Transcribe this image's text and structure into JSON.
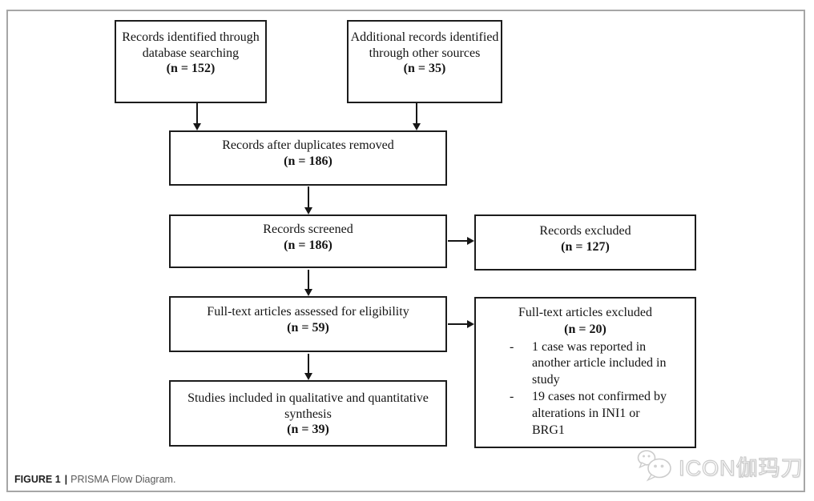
{
  "figure": {
    "caption_label": "FIGURE 1",
    "caption_separator": "|",
    "caption_text": "PRISMA Flow Diagram."
  },
  "watermark": {
    "icon": "wechat-icon",
    "text": "ICON伽玛刀"
  },
  "colors": {
    "box_border": "#1c1c1c",
    "frame_border": "#a6a6a6",
    "text": "#141414",
    "caption_label": "#1f1f1f",
    "caption_text": "#595959",
    "watermark_outline": "#cccccc"
  },
  "diagram": {
    "boxes": {
      "identified_db": {
        "label": "Records identified through database searching",
        "n": "(n = 152)"
      },
      "identified_other": {
        "label": "Additional records identified through other sources",
        "n": "(n = 35)"
      },
      "duplicates_removed": {
        "label": "Records after duplicates removed",
        "n": "(n = 186)"
      },
      "screened": {
        "label": "Records screened",
        "n": "(n = 186)"
      },
      "records_excluded": {
        "label": "Records excluded",
        "n": "(n = 127)"
      },
      "fulltext_assessed": {
        "label": "Full-text articles assessed for eligibility",
        "n": "(n = 59)"
      },
      "fulltext_excluded": {
        "label": "Full-text articles excluded",
        "n": "(n = 20)",
        "bullet": "-",
        "reasons": [
          "1 case was reported in another article included in study",
          "19 cases not confirmed by alterations in INI1 or BRG1"
        ]
      },
      "included": {
        "label": "Studies included in qualitative and quantitative synthesis",
        "n": "(n = 39)"
      }
    }
  }
}
